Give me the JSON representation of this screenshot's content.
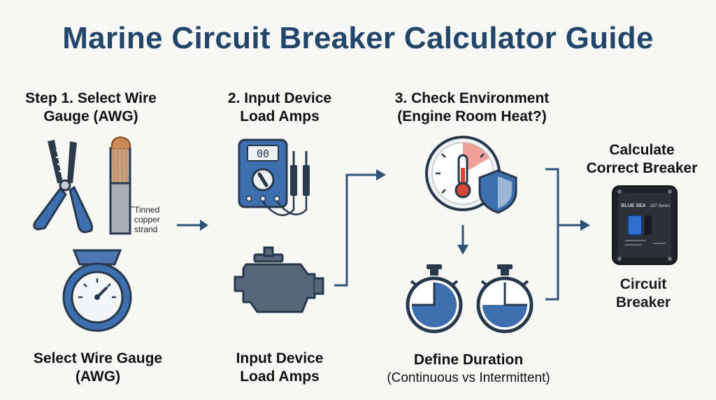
{
  "title": "Marine Circuit Breaker Calculator Guide",
  "step1": {
    "heading_line1": "Step 1. Select Wire",
    "heading_line2": "Gauge (AWG)",
    "strand_note_line1": "Tinned",
    "strand_note_line2": "copper",
    "strand_note_line3": "strand",
    "caption_line1": "Select Wire Gauge",
    "caption_line2": "(AWG)"
  },
  "step2": {
    "heading_line1": "2. Input Device",
    "heading_line2": "Load Amps",
    "meter_display": "00",
    "caption_line1": "Input Device",
    "caption_line2": "Load Amps"
  },
  "step3": {
    "heading_line1": "3. Check Environment",
    "heading_line2": "(Engine Room Heat?)",
    "caption_line1": "Define Duration",
    "caption_line2": "(Continuous vs Intermittent)"
  },
  "result": {
    "heading_line1": "Calculate",
    "heading_line2": "Correct Breaker",
    "breaker_brand": "BLUE SEA",
    "breaker_series": "187 Series",
    "caption_line1": "Circuit",
    "caption_line2": "Breaker"
  },
  "colors": {
    "title": "#22466a",
    "accent_blue": "#3d6fae",
    "arrow": "#2f5377",
    "outline": "#27384a",
    "warning_red": "#d9463a"
  }
}
